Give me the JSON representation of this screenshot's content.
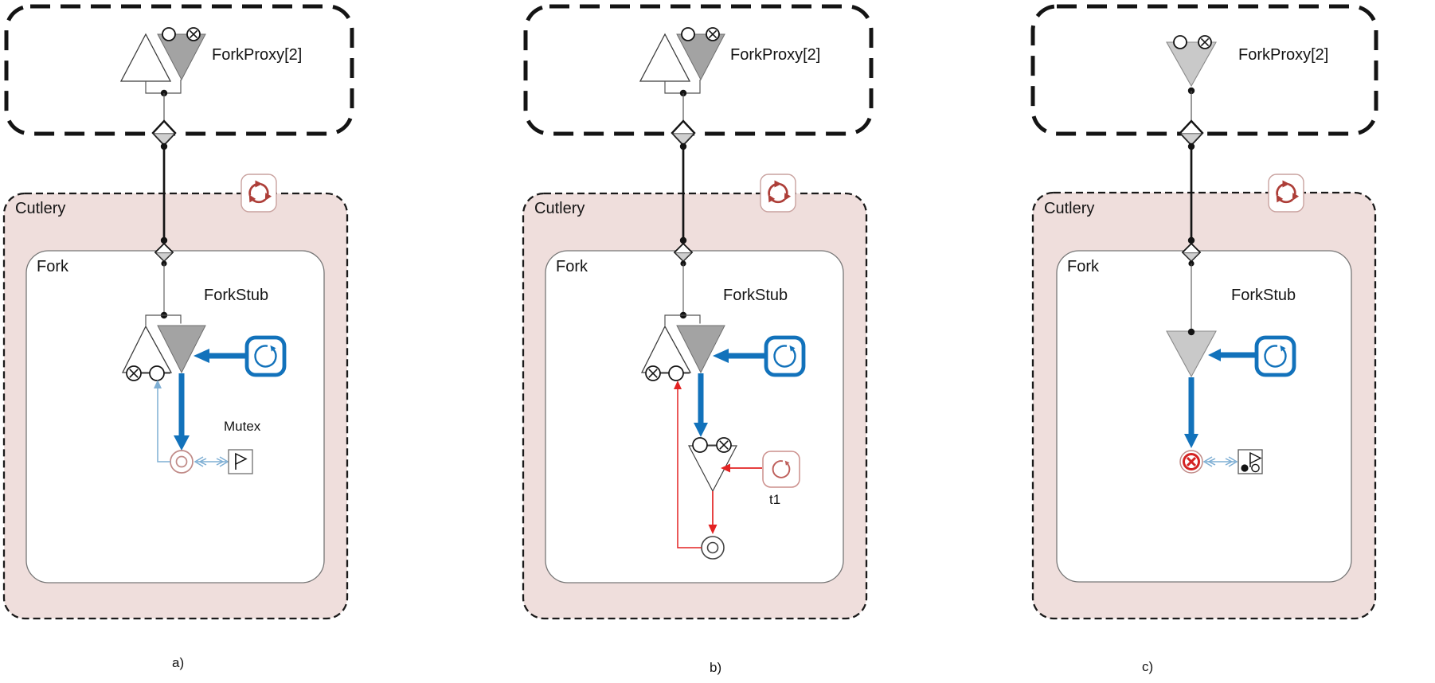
{
  "diagram": {
    "description": "Three component-diagram variants of a Fork capsule",
    "panels": [
      {
        "caption": "a)",
        "proxy_label": "ForkProxy[2]",
        "cutlery_label": "Cutlery",
        "fork_label": "Fork",
        "stub_label": "ForkStub",
        "sync_label": "Mutex"
      },
      {
        "caption": "b)",
        "proxy_label": "ForkProxy[2]",
        "cutlery_label": "Cutlery",
        "fork_label": "Fork",
        "stub_label": "ForkStub",
        "sync_label": "t1"
      },
      {
        "caption": "c)",
        "proxy_label": "ForkProxy[2]",
        "cutlery_label": "Cutlery",
        "fork_label": "Fork",
        "stub_label": "ForkStub"
      }
    ],
    "icons": {
      "thread-loop-icon": "circular arrow in blue rounded square",
      "timer-loop-icon": "circular arrow in red rounded square",
      "recycle-icon": "three brick-red arrows in a cycle",
      "mutex-flag-icon": "flag in square box",
      "semaphore-flag-icon": "flag with filled and empty token dots",
      "port-open-icon": "small empty circle",
      "port-cross-icon": "small circle with X",
      "termination-icon": "red circled X",
      "end-state-icon": "double circle",
      "replication-connector-icon": "half-shaded diamond"
    },
    "colors": {
      "accent_blue": "#1272BB",
      "light_blue": "#7FAFD4",
      "bright_red": "#E32222",
      "brick_red": "#AD3E38",
      "salmon": "#C08A87",
      "cutlery_fill": "#EFDEDC",
      "dark_gray_triangle": "#A3A3A3",
      "light_gray_triangle": "#C9C9C9",
      "diamond_gray": "#CFCFCF"
    }
  }
}
